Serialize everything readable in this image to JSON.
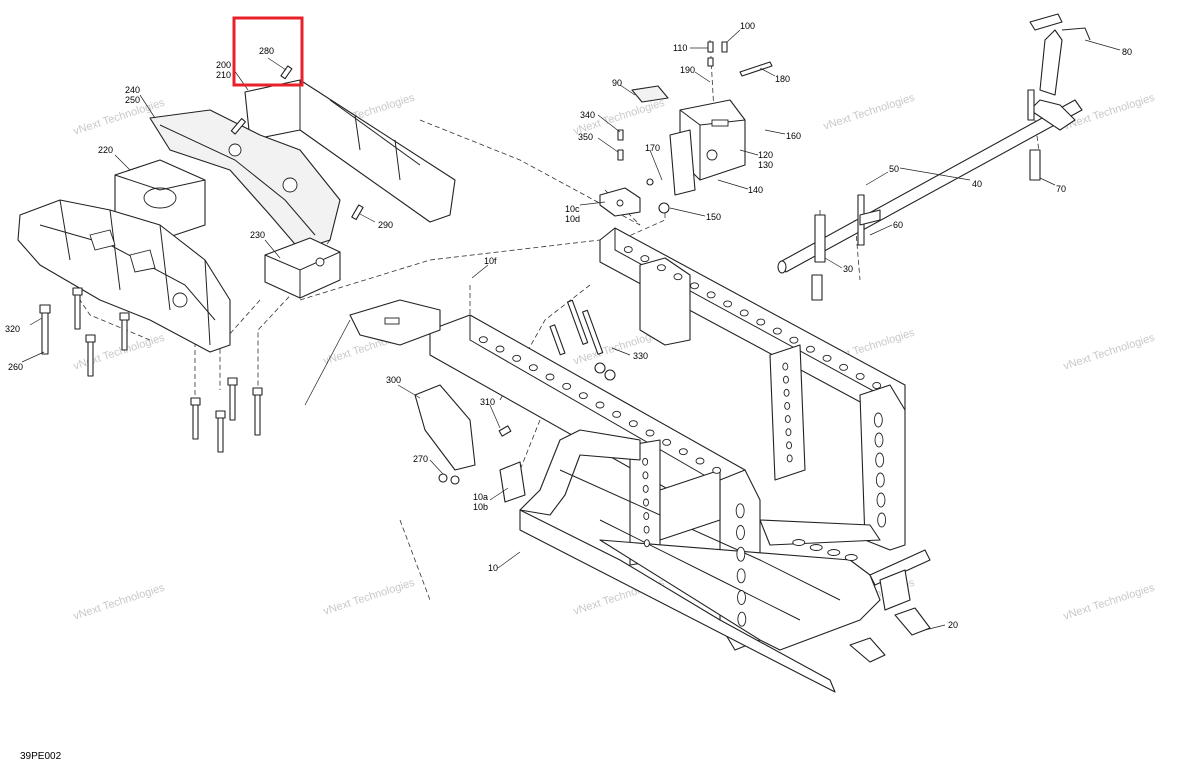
{
  "diagram": {
    "reference_code": "39PE002",
    "watermark_text": "vNext Technologies",
    "highlight_color": "#e8202a",
    "highlighted_part": "280",
    "callouts": [
      {
        "id": "280",
        "label": "280"
      },
      {
        "id": "200",
        "label": "200"
      },
      {
        "id": "210",
        "label": "210"
      },
      {
        "id": "240",
        "label": "240"
      },
      {
        "id": "250",
        "label": "250"
      },
      {
        "id": "220",
        "label": "220"
      },
      {
        "id": "230",
        "label": "230"
      },
      {
        "id": "290",
        "label": "290"
      },
      {
        "id": "320",
        "label": "320"
      },
      {
        "id": "260",
        "label": "260"
      },
      {
        "id": "100",
        "label": "100"
      },
      {
        "id": "110",
        "label": "110"
      },
      {
        "id": "190",
        "label": "190"
      },
      {
        "id": "180",
        "label": "180"
      },
      {
        "id": "90",
        "label": "90"
      },
      {
        "id": "340",
        "label": "340"
      },
      {
        "id": "350",
        "label": "350"
      },
      {
        "id": "160",
        "label": "160"
      },
      {
        "id": "120",
        "label": "120"
      },
      {
        "id": "130",
        "label": "130"
      },
      {
        "id": "170",
        "label": "170"
      },
      {
        "id": "140",
        "label": "140"
      },
      {
        "id": "10c",
        "label": "10c"
      },
      {
        "id": "10d",
        "label": "10d"
      },
      {
        "id": "150",
        "label": "150"
      },
      {
        "id": "80",
        "label": "80"
      },
      {
        "id": "40",
        "label": "40"
      },
      {
        "id": "70",
        "label": "70"
      },
      {
        "id": "50",
        "label": "50"
      },
      {
        "id": "60",
        "label": "60"
      },
      {
        "id": "30",
        "label": "30"
      },
      {
        "id": "10f",
        "label": "10f"
      },
      {
        "id": "330",
        "label": "330"
      },
      {
        "id": "300",
        "label": "300"
      },
      {
        "id": "310",
        "label": "310"
      },
      {
        "id": "270",
        "label": "270"
      },
      {
        "id": "10a",
        "label": "10a"
      },
      {
        "id": "10b",
        "label": "10b"
      },
      {
        "id": "10",
        "label": "10"
      },
      {
        "id": "20",
        "label": "20"
      }
    ]
  }
}
